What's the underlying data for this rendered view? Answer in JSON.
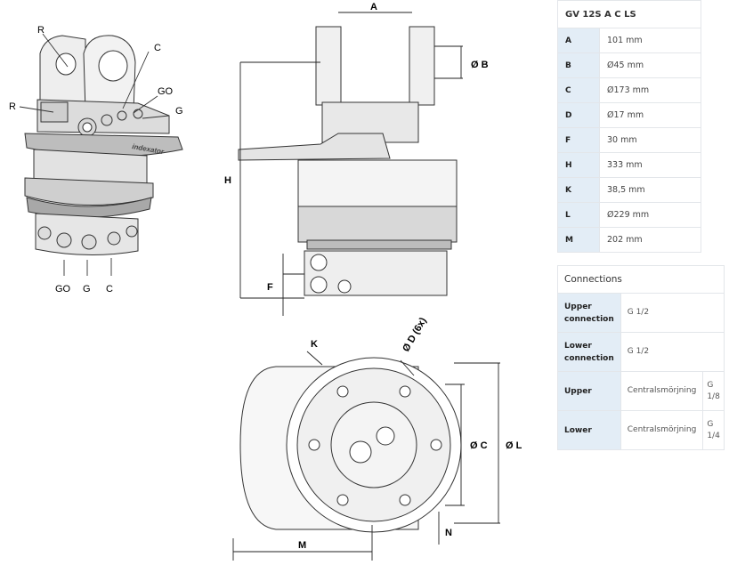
{
  "spec": {
    "title": "GV 12S A C LS",
    "rows": [
      {
        "key": "A",
        "value": "101 mm"
      },
      {
        "key": "B",
        "value": "Ø45 mm"
      },
      {
        "key": "C",
        "value": "Ø173 mm"
      },
      {
        "key": "D",
        "value": "Ø17 mm"
      },
      {
        "key": "F",
        "value": "30 mm"
      },
      {
        "key": "H",
        "value": "333 mm"
      },
      {
        "key": "K",
        "value": "38,5 mm"
      },
      {
        "key": "L",
        "value": "Ø229 mm"
      },
      {
        "key": "M",
        "value": "202 mm"
      }
    ]
  },
  "connections": {
    "title": "Connections",
    "rows": [
      {
        "key": "Upper connection",
        "value": "G 1/2",
        "extra": ""
      },
      {
        "key": "Lower connection",
        "value": "G 1/2",
        "extra": ""
      },
      {
        "key": "Upper",
        "value": "Centralsmörjning",
        "extra": "G 1/8"
      },
      {
        "key": "Lower",
        "value": "Centralsmörjning",
        "extra": "G 1/4"
      }
    ]
  },
  "iso_labels": {
    "r_top": "R",
    "c_top": "C",
    "go_top": "GO",
    "r_left": "R",
    "g_right": "G",
    "go_bottom": "GO",
    "g_bottom": "G",
    "c_bottom": "C",
    "brand": "indexator"
  },
  "dim_labels": {
    "a": "A",
    "b": "Ø B",
    "h": "H",
    "f": "F",
    "k": "K",
    "d": "Ø D (6x)",
    "c": "Ø C",
    "l": "Ø L",
    "m": "M",
    "n": "N"
  }
}
